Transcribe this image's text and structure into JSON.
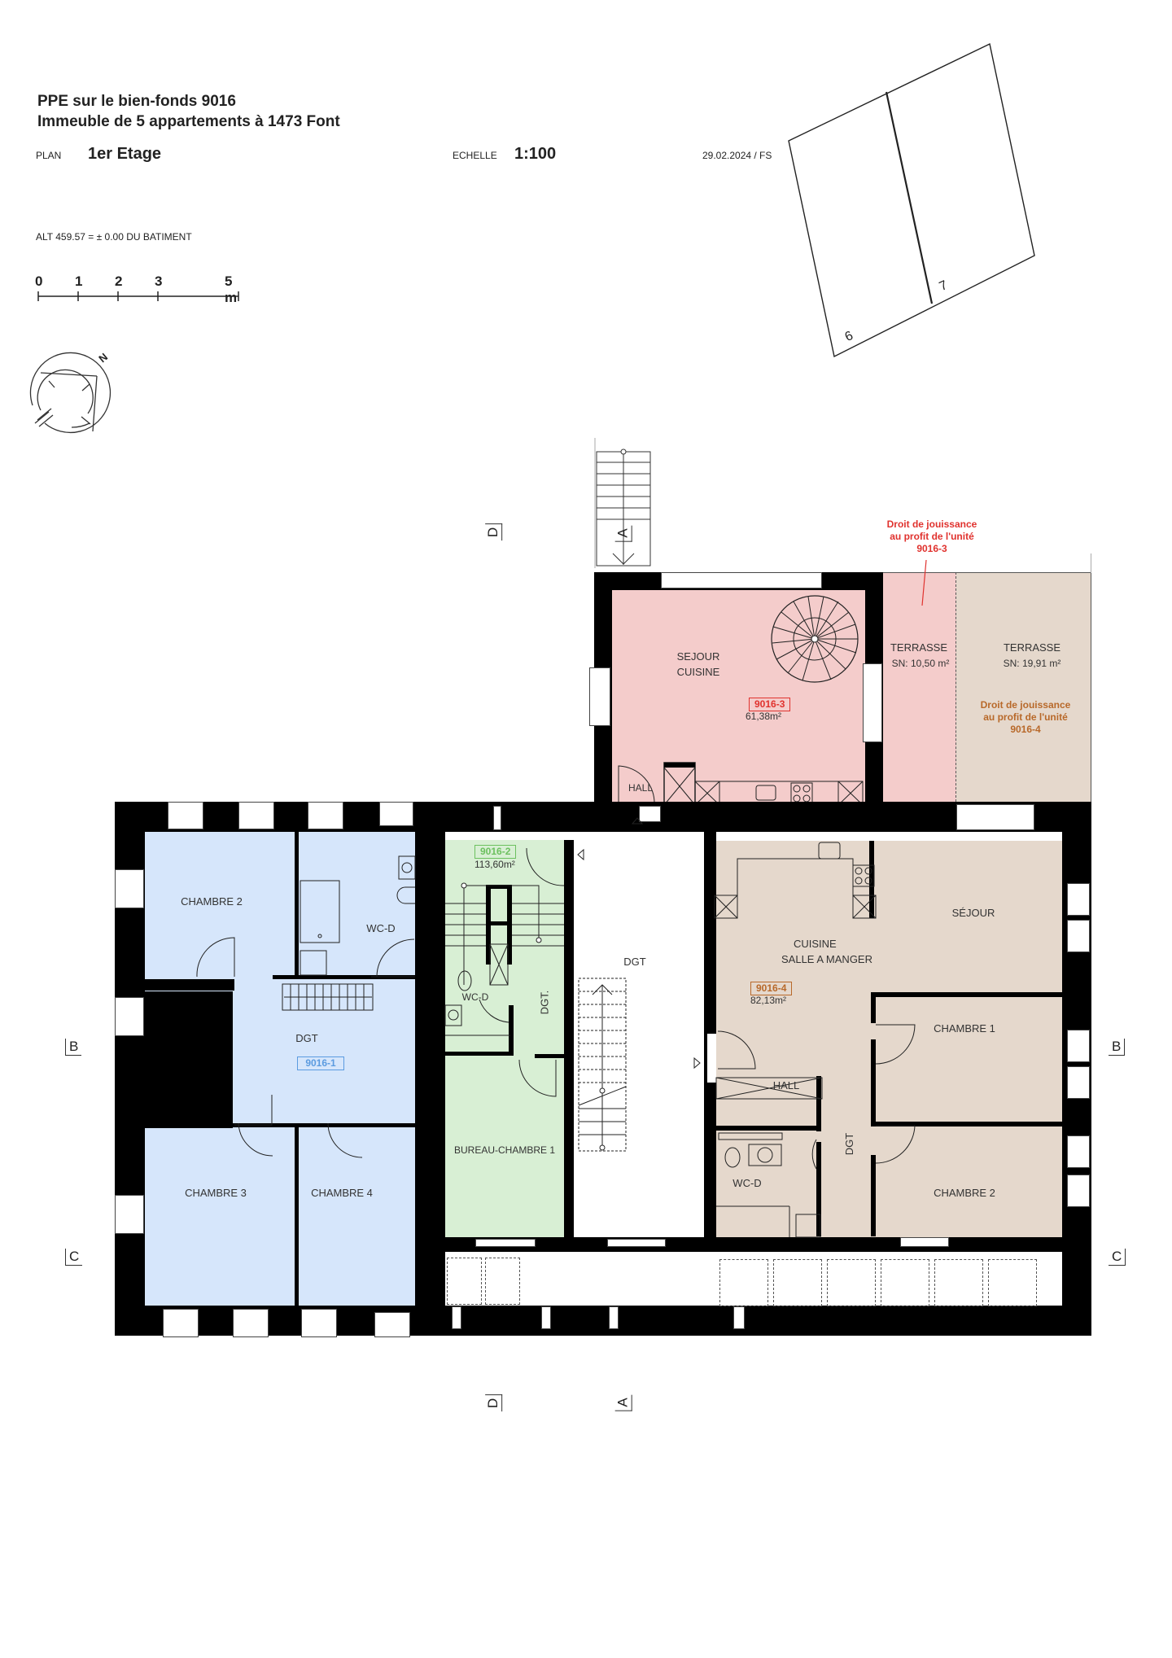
{
  "header": {
    "title_line1": "PPE sur le bien-fonds 9016",
    "title_line2": "Immeuble de 5 appartements à 1473 Font",
    "plan_label": "PLAN",
    "plan_value": "1er Etage",
    "scale_label": "ECHELLE",
    "scale_value": "1:100",
    "date_author": "29.02.2024 / FS",
    "altitude_note": "ALT 459.57 = ± 0.00 DU BATIMENT"
  },
  "scale_bar": {
    "ticks": [
      "0",
      "1",
      "2",
      "3",
      "5 m"
    ]
  },
  "north_arrow": {
    "label": "N"
  },
  "parcel_map": {
    "parcels": [
      "6",
      "7"
    ]
  },
  "section_markers": {
    "left_b": "B",
    "left_c": "C",
    "right_b": "B",
    "right_c": "C",
    "top_d": "D",
    "top_a": "A",
    "bottom_d": "D",
    "bottom_a": "A"
  },
  "colors": {
    "unit_9016_1": "#d6e6fb",
    "unit_9016_2": "#d8efd4",
    "unit_9016_3": "#f4cccb",
    "unit_9016_4": "#e5d8cc",
    "tag_9016_1": "#5b9be0",
    "tag_9016_2": "#6cc05f",
    "tag_9016_3": "#e0322e",
    "tag_9016_4": "#b8692a",
    "note_red": "#e0322e",
    "note_brown": "#b8692a"
  },
  "units": {
    "u1": {
      "id": "9016-1",
      "rooms": {
        "chambre2": "CHAMBRE 2",
        "wcd": "WC-D",
        "dgt": "DGT",
        "chambre3": "CHAMBRE 3",
        "chambre4": "CHAMBRE 4"
      }
    },
    "u2": {
      "id": "9016-2",
      "area": "113,60m²",
      "rooms": {
        "wcd": "WC-D",
        "dgt": "DGT.",
        "bureau": "BUREAU-CHAMBRE 1"
      }
    },
    "u3": {
      "id": "9016-3",
      "area": "61,38m²",
      "rooms": {
        "sejour_line1": "SEJOUR",
        "sejour_line2": "CUISINE",
        "hall": "HALL"
      }
    },
    "u4": {
      "id": "9016-4",
      "area": "82,13m²",
      "rooms": {
        "cuisine_line1": "CUISINE",
        "cuisine_line2": "SALLE A MANGER",
        "sejour": "SÉJOUR",
        "chambre1": "CHAMBRE 1",
        "chambre2": "CHAMBRE 2",
        "hall": "HALL",
        "dgt": "DGT",
        "wcd": "WC-D"
      }
    }
  },
  "common": {
    "dgt": "DGT"
  },
  "terraces": {
    "t1": {
      "label": "TERRASSE",
      "area": "SN: 10,50 m²",
      "note_line1": "Droit de jouissance",
      "note_line2": "au profit de l'unité",
      "note_line3": "9016-3"
    },
    "t2": {
      "label": "TERRASSE",
      "area": "SN: 19,91 m²",
      "note_line1": "Droit de jouissance",
      "note_line2": "au profit de l'unité",
      "note_line3": "9016-4"
    }
  }
}
